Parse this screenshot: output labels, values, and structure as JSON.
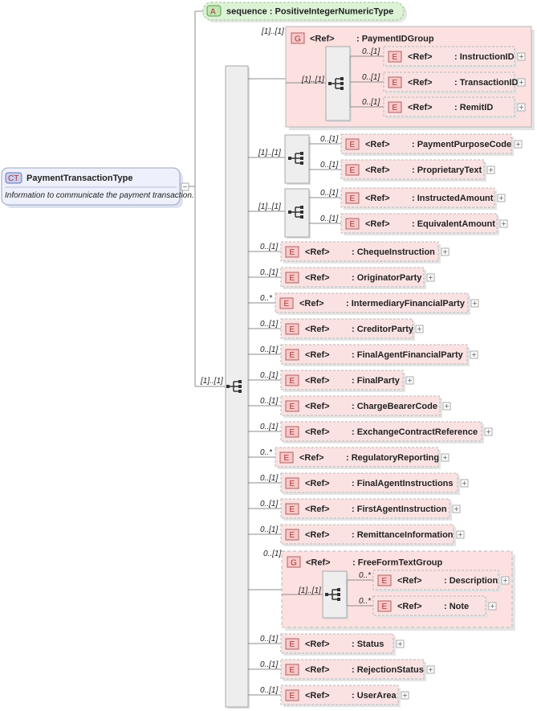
{
  "root": {
    "badge": "CT",
    "name": "PaymentTransactionType",
    "doc": "Information to communicate the payment transaction."
  },
  "attribute": {
    "badge": "A",
    "text": "sequence : PositiveIntegerNumericType"
  },
  "ref_label": "<Ref>",
  "element_badge": "E",
  "group_badge": "G",
  "main_sequence_card": "[1]..[1]",
  "payment_id_group": {
    "card": "[1]..[1]",
    "name": ": PaymentIDGroup",
    "seq_card": "[1]..[1]",
    "children": [
      {
        "card": "0..[1]",
        "name": ": InstructionID"
      },
      {
        "card": "0..[1]",
        "name": ": TransactionID"
      },
      {
        "card": "0..[1]",
        "name": ": RemitID"
      }
    ]
  },
  "sequence_one": {
    "card": "[1]..[1]",
    "children": [
      {
        "card": "0..[1]",
        "name": ": PaymentPurposeCode"
      },
      {
        "card": "0..[1]",
        "name": ": ProprietaryText"
      }
    ]
  },
  "sequence_two": {
    "card": "[1]..[1]",
    "children": [
      {
        "card": "0..[1]",
        "name": ": InstructedAmount"
      },
      {
        "card": "0..[1]",
        "name": ": EquivalentAmount"
      }
    ]
  },
  "elements_a": [
    {
      "card": "0..[1]",
      "name": ": ChequeInstruction"
    },
    {
      "card": "0..[1]",
      "name": ": OriginatorParty"
    },
    {
      "card": "0..*",
      "name": ": IntermediaryFinancialParty"
    },
    {
      "card": "0..[1]",
      "name": ": CreditorParty"
    },
    {
      "card": "0..[1]",
      "name": ": FinalAgentFinancialParty"
    },
    {
      "card": "0..[1]",
      "name": ": FinalParty"
    },
    {
      "card": "0..[1]",
      "name": ": ChargeBearerCode"
    },
    {
      "card": "0..[1]",
      "name": ": ExchangeContractReference"
    },
    {
      "card": "0..*",
      "name": ": RegulatoryReporting"
    },
    {
      "card": "0..[1]",
      "name": ": FinalAgentInstructions"
    },
    {
      "card": "0..[1]",
      "name": ": FirstAgentInstruction"
    },
    {
      "card": "0..[1]",
      "name": ": RemittanceInformation"
    }
  ],
  "free_form_group": {
    "card": "0..[1]",
    "name": ": FreeFormTextGroup",
    "seq_card": "[1]..[1]",
    "children": [
      {
        "card": "0..*",
        "name": ": Description"
      },
      {
        "card": "0..*",
        "name": ": Note"
      }
    ]
  },
  "elements_b": [
    {
      "card": "0..[1]",
      "name": ": Status"
    },
    {
      "card": "0..[1]",
      "name": ": RejectionStatus"
    },
    {
      "card": "0..[1]",
      "name": ": UserArea"
    }
  ],
  "colors": {
    "element_fill": "#fbe2e2",
    "element_border": "#b8b8b8",
    "group_fill": "#fde0e0",
    "attribute_fill": "#dcf3d6",
    "root_fill": "#eef1fb",
    "line": "#8e8e8e"
  }
}
